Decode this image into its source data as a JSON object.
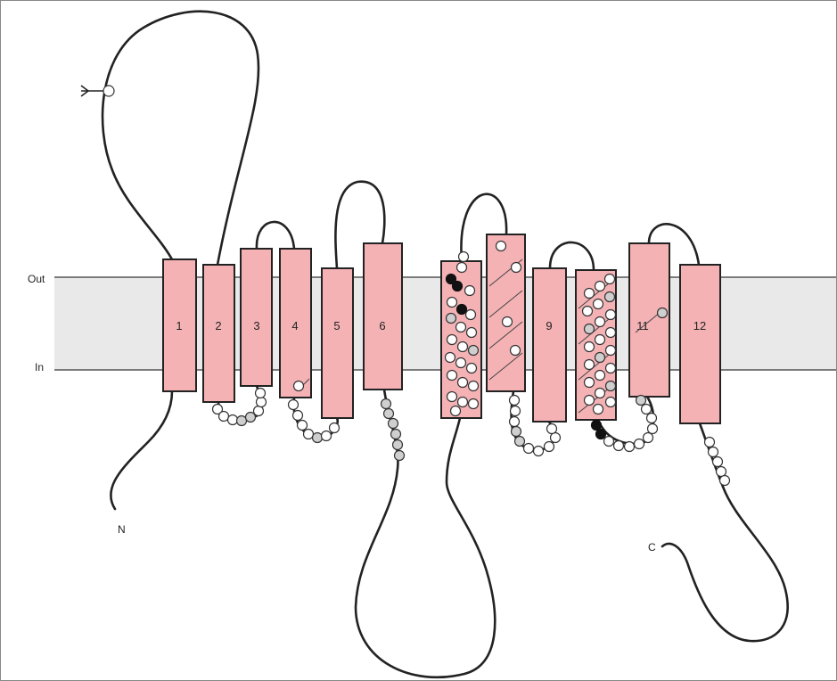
{
  "membrane": {
    "out_label": "Out",
    "in_label": "In",
    "color": "#e9e9e9",
    "edge_color": "#555555"
  },
  "terminals": {
    "n_label": "N",
    "c_label": "C"
  },
  "helices": [
    {
      "label": "1"
    },
    {
      "label": "2"
    },
    {
      "label": "3"
    },
    {
      "label": "4"
    },
    {
      "label": "5"
    },
    {
      "label": "6"
    },
    {
      "label": ""
    },
    {
      "label": ""
    },
    {
      "label": "9"
    },
    {
      "label": ""
    },
    {
      "label": "11"
    },
    {
      "label": "12"
    }
  ],
  "colors": {
    "helix_fill": "#f4b2b5",
    "line": "#222222",
    "residue_dark": "#111111"
  },
  "glycosylation_site_icon": "branch-glycan-icon"
}
